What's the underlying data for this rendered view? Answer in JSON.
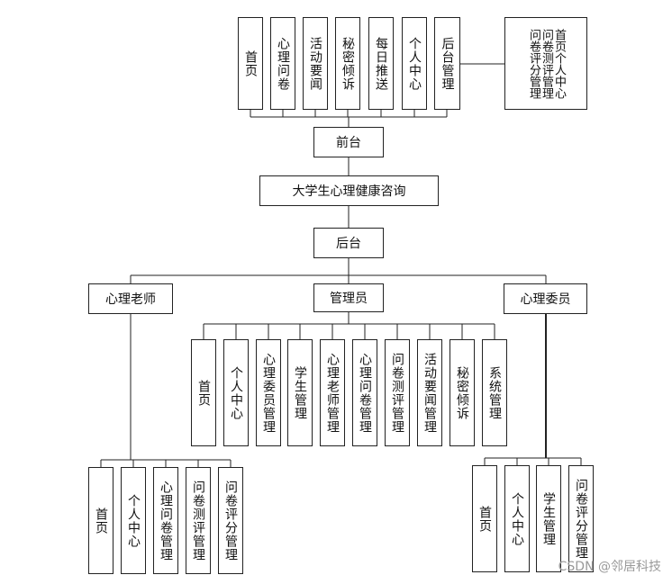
{
  "front_nodes": [
    "首页",
    "心理问卷",
    "活动要闻",
    "秘密倾诉",
    "每日推送",
    "个人中心",
    "后台管理"
  ],
  "extra_box": "首页个人中心问卷测评管理问卷评分管理",
  "qiantai": "前台",
  "system": "大学生心理健康咨询",
  "houtai": "后台",
  "roles": {
    "teacher": "心理老师",
    "admin": "管理员",
    "committee": "心理委员"
  },
  "admin_nodes": [
    "首页",
    "个人中心",
    "心理委员管理",
    "学生管理",
    "心理老师管理",
    "心理问卷管理",
    "问卷测评管理",
    "活动要闻管理",
    "秘密倾诉",
    "系统管理"
  ],
  "teacher_nodes": [
    "首页",
    "个人中心",
    "心理问卷管理",
    "问卷测评管理",
    "问卷评分管理"
  ],
  "committee_nodes": [
    "首页",
    "个人中心",
    "学生管理",
    "问卷评分管理"
  ],
  "watermark": "CSDN @邻居科技"
}
